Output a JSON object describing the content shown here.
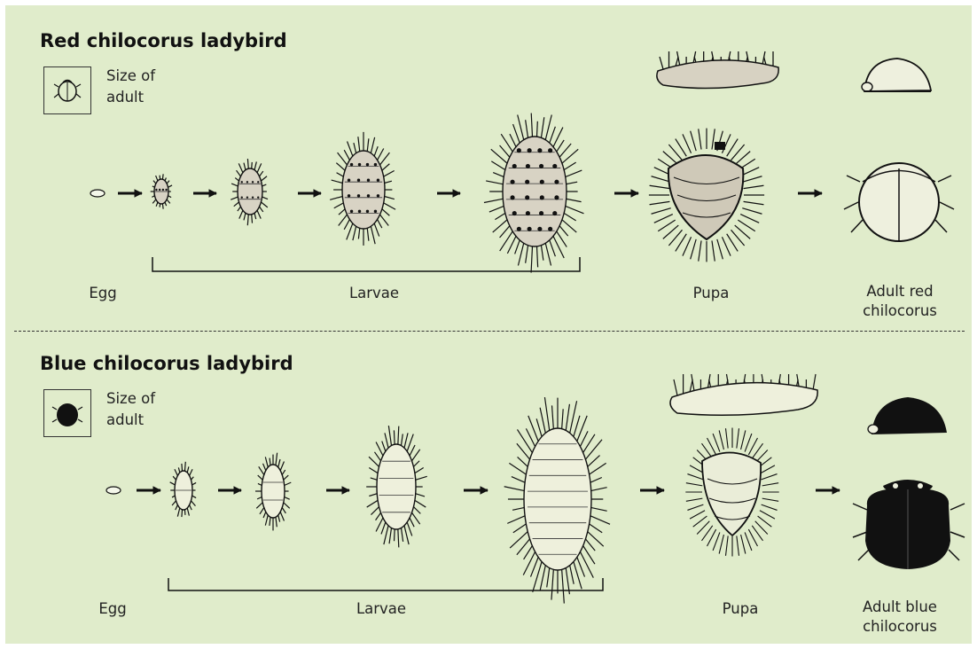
{
  "colors": {
    "background": "#e0eccb",
    "ink": "#111111",
    "beetle_fill": "#111111"
  },
  "sections": [
    {
      "title": "Red chilocorus ladybird",
      "size_label": [
        "Size of",
        "adult"
      ],
      "labels": {
        "egg": "Egg",
        "larvae": "Larvae",
        "pupa": "Pupa",
        "adult": [
          "Adult red",
          "chilocorus"
        ]
      }
    },
    {
      "title": "Blue chilocorus ladybird",
      "size_label": [
        "Size of",
        "adult"
      ],
      "labels": {
        "egg": "Egg",
        "larvae": "Larvae",
        "pupa": "Pupa",
        "adult": [
          "Adult blue",
          "chilocorus"
        ]
      }
    }
  ]
}
